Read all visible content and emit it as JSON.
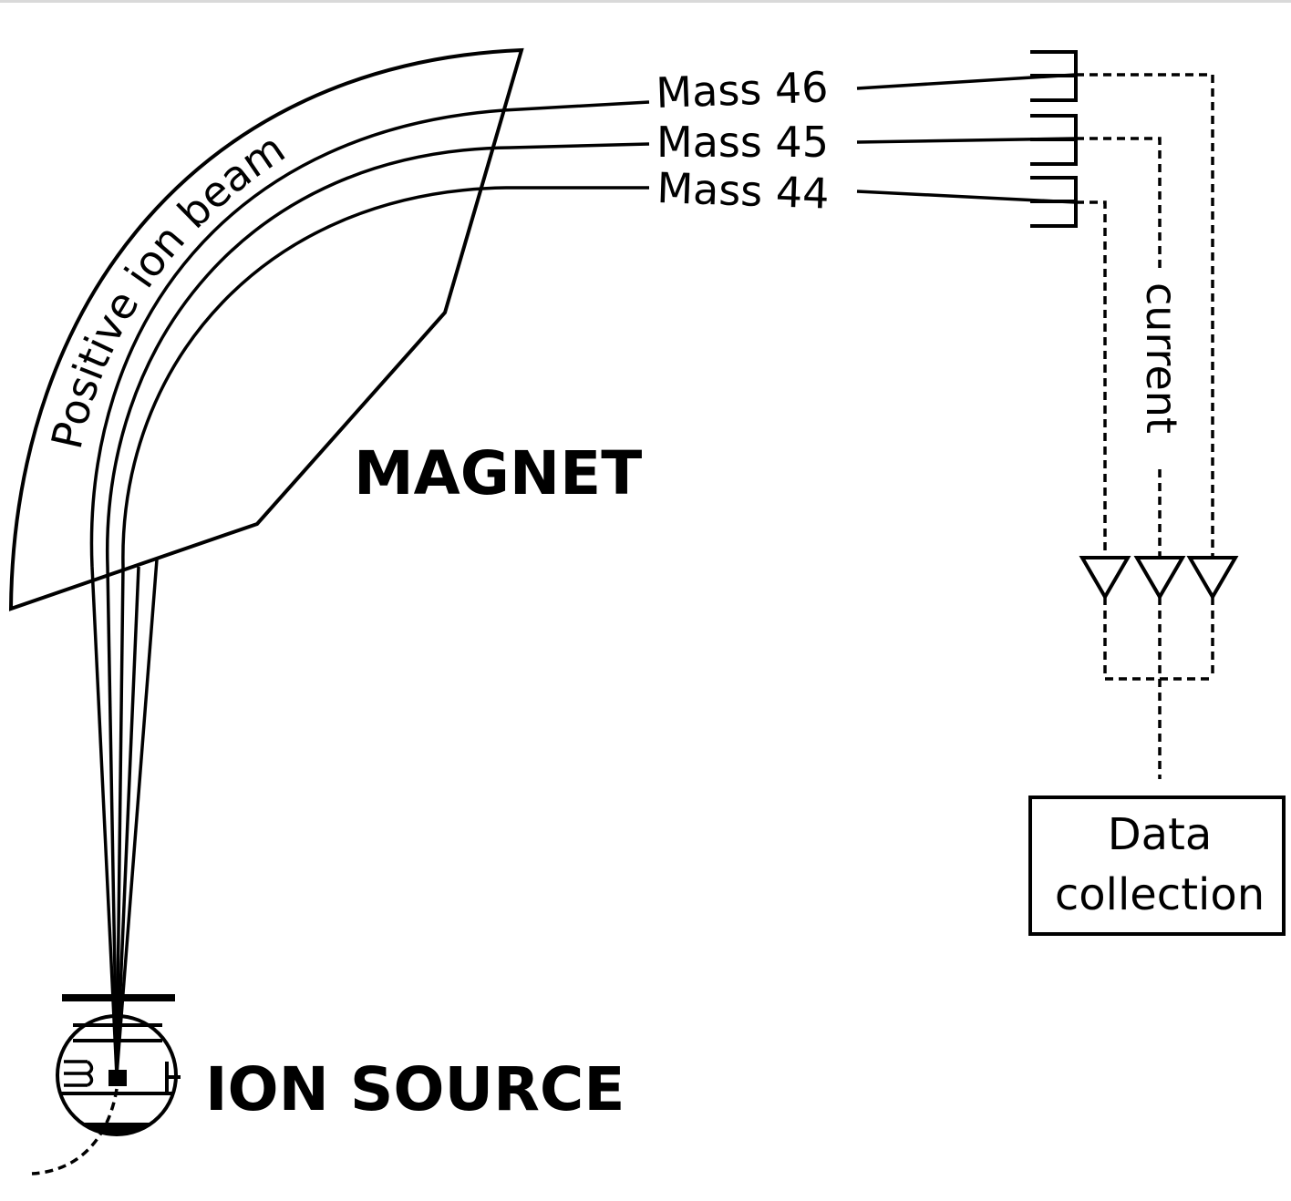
{
  "labels": {
    "beam": "Positive ion beam",
    "magnet": "MAGNET",
    "ion_source": "ION SOURCE",
    "current": "current",
    "mass_46": "Mass 46",
    "mass_45": "Mass 45",
    "mass_44": "Mass 44",
    "data_collection_line1": "Data",
    "data_collection_line2": "collection"
  }
}
